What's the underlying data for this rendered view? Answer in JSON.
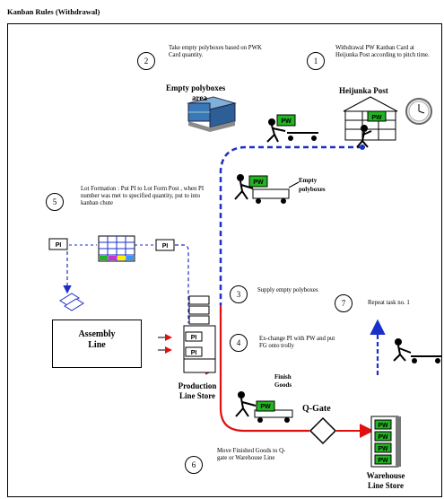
{
  "title": "Kanban Rules (Withdrawal)",
  "steps": [
    {
      "num": "1",
      "text": "Withdrawal PW Kanban Card at Heijunka Post according to pitch time."
    },
    {
      "num": "2",
      "text": "Take empty polyboxes based on PWK Card quantity."
    },
    {
      "num": "3",
      "text": "Supply empty polyboxes"
    },
    {
      "num": "4",
      "text": "Ex-change PI with PW and put FG onto trolly"
    },
    {
      "num": "5",
      "text": "Lot Formation : Put PI to Lot Form Post , when PI number was met to specified quantity, put to into kanban chute"
    },
    {
      "num": "6",
      "text": "Move Finished Goods to Q-gate or Warehouse Line"
    },
    {
      "num": "7",
      "text": "Repeat task no. 1"
    }
  ],
  "labels": {
    "empty_area_1": "Empty polyboxes",
    "empty_area_2": "area",
    "heijunka": "Heijunka Post",
    "empty_polyboxes_1": "Empty",
    "empty_polyboxes_2": "polyboxes",
    "assembly_1": "Assembly",
    "assembly_2": "Line",
    "production_1": "Production",
    "production_2": "Line Store",
    "finish_1": "Finish",
    "finish_2": "Goods",
    "qgate": "Q-Gate",
    "warehouse_1": "Warehouse",
    "warehouse_2": "Line Store",
    "pw": "PW",
    "pi": "PI"
  },
  "colors": {
    "blue_route": "#1a2fc8",
    "red_route": "#e01010",
    "card_green": "#22b422",
    "box_blue": "#3a78b8"
  }
}
